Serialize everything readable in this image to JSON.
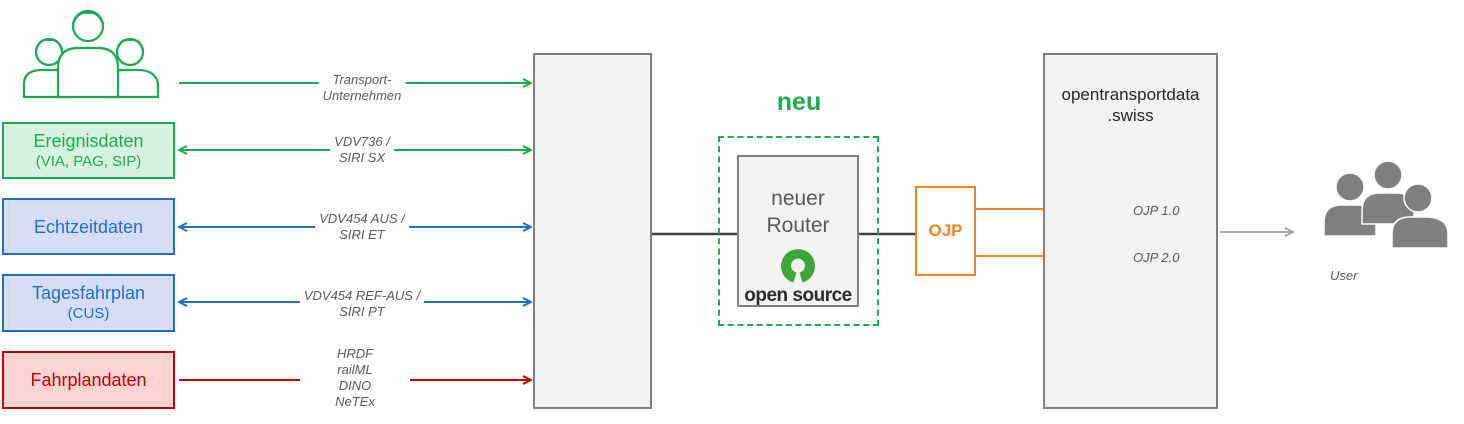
{
  "sources": [
    {
      "title": "Ereignisdaten",
      "sub": "(VIA, PAG, SIP)",
      "color": "#1aab4f"
    },
    {
      "title": "Echtzeitdaten",
      "sub": "",
      "color": "#1f6fbf"
    },
    {
      "title": "Tagesfahrplan",
      "sub": "(CUS)",
      "color": "#1f6fbf"
    },
    {
      "title": "Fahrplandaten",
      "sub": "",
      "color": "#c00000"
    }
  ],
  "connectors": [
    {
      "line1": "Transport-",
      "line2": "Unternehmen"
    },
    {
      "line1": "VDV736 /",
      "line2": "SIRI SX"
    },
    {
      "line1": "VDV454 AUS /",
      "line2": "SIRI ET"
    },
    {
      "line1": "VDV454 REF-AUS /",
      "line2": "SIRI PT"
    }
  ],
  "fahrplan_formats": [
    "HRDF",
    "railML",
    "DINO",
    "NeTEx"
  ],
  "neu_label": "neu",
  "router": {
    "line1": "neuer",
    "line2": "Router",
    "logo_text": "open source"
  },
  "ojp_label": "OJP",
  "platform": {
    "line1": "opentransportdata",
    "line2": ".swiss"
  },
  "endpoints": [
    "OJP 1.0",
    "OJP 2.0"
  ],
  "user_label": "User",
  "colors": {
    "green": "#1aab4f",
    "blue": "#1f6fbf",
    "red": "#c00000",
    "orange": "#f5821f",
    "gray": "#7f7f7f"
  }
}
